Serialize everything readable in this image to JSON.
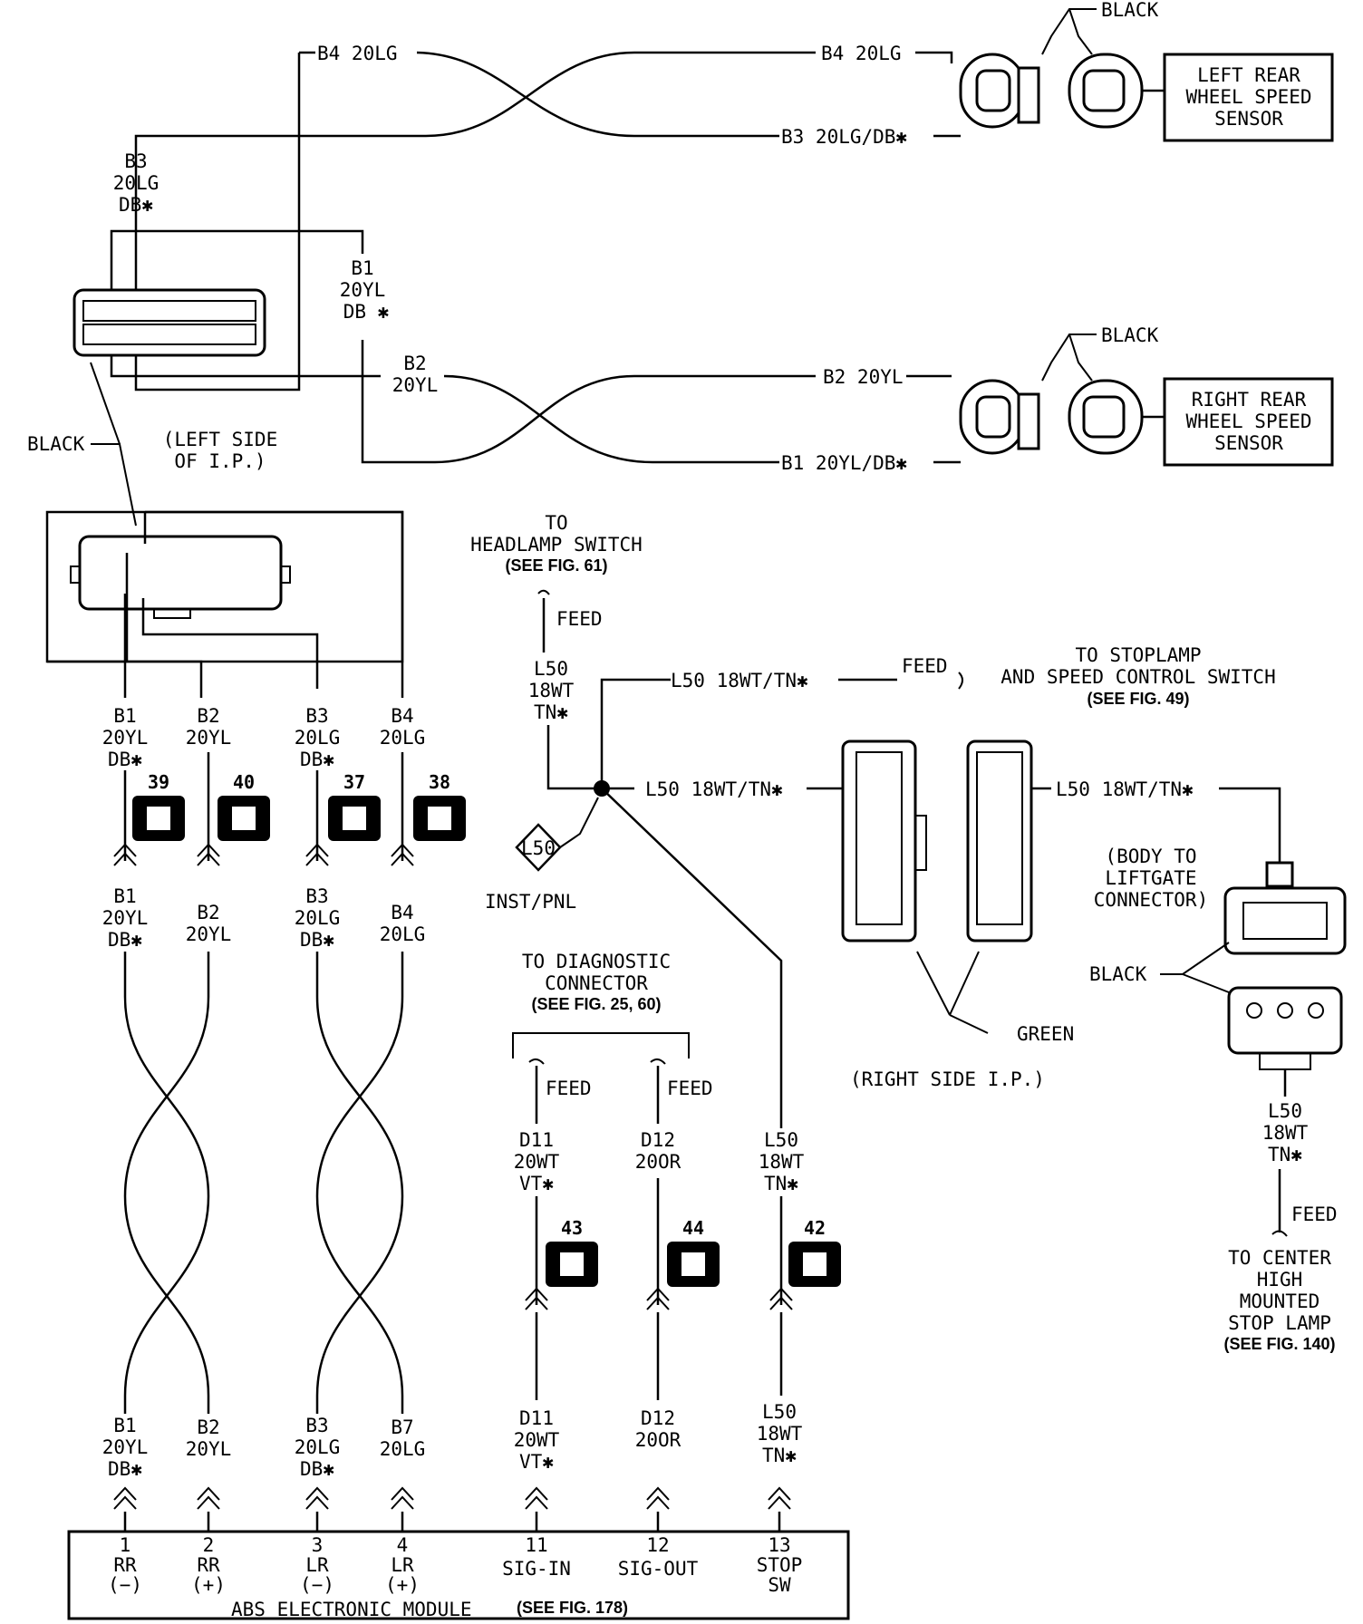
{
  "labels": {
    "black_top": "BLACK",
    "black_mid": "BLACK",
    "black_left": "BLACK",
    "black_right": "BLACK",
    "left_sensor": [
      "LEFT REAR",
      "WHEEL SPEED",
      "SENSOR"
    ],
    "right_sensor": [
      "RIGHT REAR",
      "WHEEL SPEED",
      "SENSOR"
    ],
    "left_ip": [
      "(LEFT SIDE",
      "OF I.P.)"
    ],
    "right_ip": "(RIGHT SIDE I.P.)",
    "green": "GREEN",
    "inst_pnl": "INST/PNL",
    "l50_diamond": "L50",
    "body_liftgate": [
      "(BODY TO",
      "LIFTGATE",
      "CONNECTOR)"
    ],
    "to_headlamp": [
      "TO",
      "HEADLAMP SWITCH",
      "(SEE FIG. 61)"
    ],
    "to_stoplamp": [
      "TO STOPLAMP",
      "AND SPEED CONTROL SWITCH",
      "(SEE FIG. 49)"
    ],
    "to_diag": [
      "TO DIAGNOSTIC",
      "CONNECTOR",
      "(SEE FIG. 25, 60)"
    ],
    "to_chmsl": [
      "TO CENTER",
      "HIGH",
      "MOUNTED",
      "STOP LAMP",
      "(SEE FIG. 140)"
    ],
    "feed": "FEED",
    "abs_module": "ABS ELECTRONIC MODULE",
    "abs_fig": "(SEE FIG. 178)"
  },
  "wires": {
    "b4_top": "B4 20LG",
    "b4_right": "B4 20LG",
    "b3_right": "B3 20LG/DB✱",
    "b3_left": [
      "B3",
      "20LG",
      "DB✱"
    ],
    "b1_mid": [
      "B1",
      "20YL",
      "DB ✱"
    ],
    "b2_mid": [
      "B2",
      "20YL"
    ],
    "b2_right": "B2 20YL",
    "b1_right": "B1 20YL/DB✱",
    "l50_vert": [
      "L50",
      "18WT",
      "TN✱"
    ],
    "l50_h1": "L50 18WT/TN✱",
    "l50_h2": "L50 18WT/TN✱",
    "l50_h3": "L50 18WT/TN✱",
    "l50_liftgate": [
      "L50",
      "18WT",
      "TN✱"
    ],
    "upper_set": [
      [
        "B1",
        "20YL",
        "DB✱"
      ],
      [
        "B2",
        "20YL"
      ],
      [
        "B3",
        "20LG",
        "DB✱"
      ],
      [
        "B4",
        "20LG"
      ]
    ],
    "mid_set": [
      [
        "B1",
        "20YL",
        "DB✱"
      ],
      [
        "B2",
        "20YL"
      ],
      [
        "B3",
        "20LG",
        "DB✱"
      ],
      [
        "B4",
        "20LG"
      ]
    ],
    "lower_set": [
      [
        "B1",
        "20YL",
        "DB✱"
      ],
      [
        "B2",
        "20YL"
      ],
      [
        "B3",
        "20LG",
        "DB✱"
      ],
      [
        "B7",
        "20LG"
      ],
      [
        "D11",
        "20WT",
        "VT✱"
      ],
      [
        "D12",
        "20OR"
      ],
      [
        "L50",
        "18WT",
        "TN✱"
      ]
    ],
    "diag_upper": [
      [
        "D11",
        "20WT",
        "VT✱"
      ],
      [
        "D12",
        "20OR"
      ],
      [
        "L50",
        "18WT",
        "TN✱"
      ]
    ]
  },
  "connector_numbers": [
    "39",
    "40",
    "37",
    "38",
    "43",
    "44",
    "42"
  ],
  "pins": [
    {
      "num": "1",
      "name": "RR",
      "sign": "(−)"
    },
    {
      "num": "2",
      "name": "RR",
      "sign": "(+)"
    },
    {
      "num": "3",
      "name": "LR",
      "sign": "(−)"
    },
    {
      "num": "4",
      "name": "LR",
      "sign": "(+)"
    },
    {
      "num": "11",
      "name": "SIG-IN",
      "sign": ""
    },
    {
      "num": "12",
      "name": "SIG-OUT",
      "sign": ""
    },
    {
      "num": "13",
      "name": "STOP",
      "sign": "SW"
    }
  ]
}
